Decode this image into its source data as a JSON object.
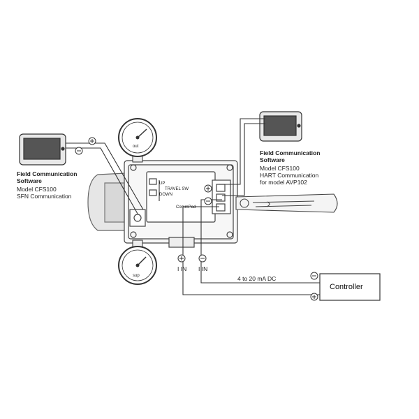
{
  "left_software": {
    "title_line1": "Field Communication",
    "title_line2": "Software",
    "model": "Model CFS100",
    "comm": "SFN Communication"
  },
  "right_software": {
    "title_line1": "Field Communication",
    "title_line2": "Software",
    "model": "Model CFS100",
    "comm": "HART Communication",
    "note": "for model AVP102"
  },
  "terminal_labels": {
    "up": "UP",
    "travel_sw": "TRAVEL SW",
    "down": "DOWN",
    "commpad": "CommPad"
  },
  "gauges": {
    "top_gauge_label": "out",
    "bottom_gauge_label": "sup"
  },
  "polarity": {
    "plus": "⊕",
    "minus": "⊖"
  },
  "wiring": {
    "plus_label": "I IN",
    "minus_label": "I IN",
    "signal": "4 to 20 mA DC"
  },
  "controller": {
    "label": "Controller"
  }
}
